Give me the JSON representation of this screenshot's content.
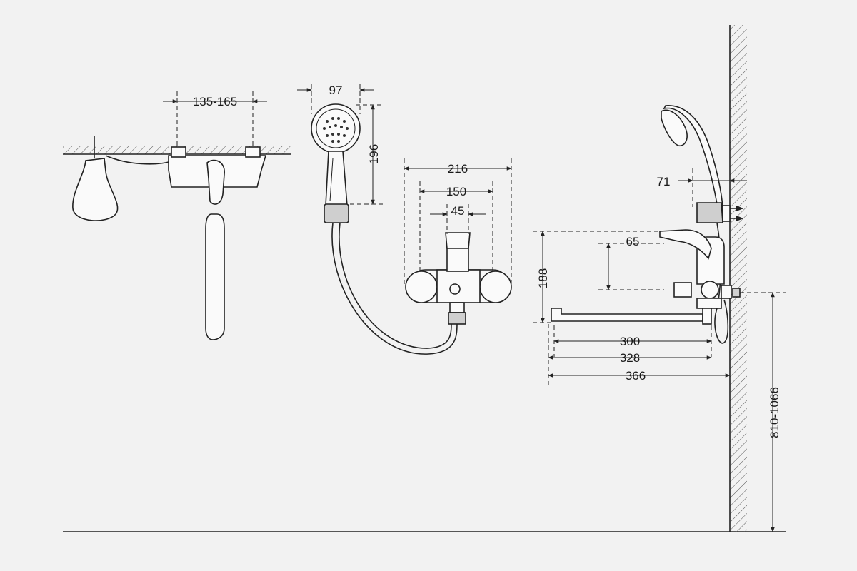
{
  "dimensions": {
    "mount_spacing": "135-165",
    "head_width": "97",
    "head_height": "196",
    "body_total": "216",
    "body_centers": "150",
    "body_middle": "45",
    "wall_holder": "71",
    "lever_height": "65",
    "mixer_height": "188",
    "spout_300": "300",
    "spout_328": "328",
    "spout_366": "366",
    "install_height": "810-1066"
  },
  "colors": {
    "background": "#f2f2f2",
    "line": "#222222",
    "hatch": "#555555"
  }
}
